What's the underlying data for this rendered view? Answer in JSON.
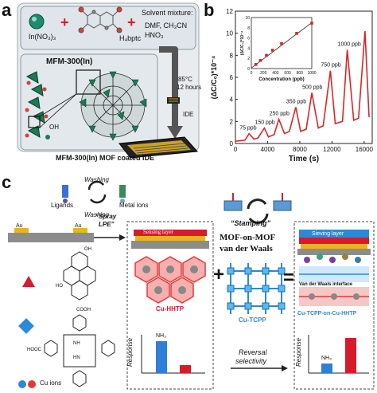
{
  "panel_a": {
    "letter": "a",
    "reactant_1": "In(NO₃)₃",
    "reactant_2": "H₄bptc",
    "plus": "+",
    "solvent_title": "Solvent mixture:",
    "solvent_1": "DMF, CH₃CN",
    "solvent_2": "HNO₃",
    "mof_label": "MFM-300(In)",
    "oh_label": "OH",
    "condition_temp": "85°C",
    "condition_time": "12 hours",
    "ide_label": "IDE",
    "coated_label": "MFM-300(In) MOF coated IDE"
  },
  "panel_b": {
    "letter": "b",
    "chart_data": {
      "type": "line",
      "xlabel": "Time (s)",
      "ylabel": "(ΔC/C₀)*10⁻⁴",
      "xlim": [
        0,
        17000
      ],
      "ylim": [
        0,
        12
      ],
      "xticks": [
        0,
        4000,
        8000,
        12000,
        16000
      ],
      "yticks": [
        0,
        2,
        4,
        6,
        8,
        10,
        12
      ],
      "series": [
        {
          "color": "#d62728",
          "x": [
            0,
            1200,
            1700,
            2300,
            2800,
            3600,
            4100,
            4800,
            5400,
            6100,
            6700,
            7500,
            8100,
            8800,
            9500,
            10300,
            10900,
            11800,
            12400,
            13300,
            13900,
            14700,
            15300,
            16100,
            16600
          ],
          "y": [
            0.2,
            0.3,
            0.9,
            0.4,
            0.5,
            1.4,
            0.6,
            0.8,
            2.2,
            0.9,
            1.1,
            3.3,
            1.1,
            1.3,
            4.6,
            1.4,
            1.6,
            6.6,
            1.8,
            2.0,
            8.5,
            2.1,
            2.3,
            10.2,
            2.4
          ]
        }
      ],
      "annotations": [
        "75 ppb",
        "150 ppb",
        "250 ppb",
        "350 ppb",
        "500 ppb",
        "750 ppb",
        "1000 ppb"
      ],
      "inset": {
        "type": "scatter",
        "xlabel": "Concentration (ppb)",
        "ylabel": "(ΔC/C₀)*10⁻⁴",
        "xlim": [
          0,
          1000
        ],
        "ylim": [
          0,
          10
        ],
        "xticks": [
          0,
          200,
          400,
          600,
          800,
          1000
        ],
        "yticks": [
          0,
          2,
          4,
          6,
          8,
          10
        ],
        "x": [
          75,
          150,
          250,
          350,
          500,
          750,
          1000
        ],
        "y": [
          0.8,
          1.6,
          2.6,
          3.6,
          4.9,
          6.9,
          8.9
        ],
        "fit": [
          [
            0,
            0.1
          ],
          [
            1000,
            9.0
          ]
        ]
      }
    }
  },
  "panel_c": {
    "letter": "c",
    "washing_top": "Washing",
    "washing_bottom": "Washing",
    "ligands": "Ligands",
    "metal_ions": "Metal ions",
    "au_1": "Au",
    "au_2": "Au",
    "spray_1": "“Spray",
    "spray_2": "LPE”",
    "sensing_layer": "Sensing layer",
    "stamping": "“Stamping”",
    "mof_on_mof_1": "MOF-on-MOF",
    "mof_on_mof_2": "van der Waals",
    "sieving_layer": "Sieving layer",
    "vdw_interface": "Van der Waals interface",
    "cu_hhtp": "Cu-HHTP",
    "cu_tcpp": "Cu-TCPP",
    "combined": "Cu-TCPP-on-Cu-HHTP",
    "response_left": "Response",
    "response_right": "Response",
    "nh3_left": "NH₃",
    "nh3_right": "NH₃",
    "reversal_1": "Reversal",
    "reversal_2": "selectivity",
    "cu_ions": "Cu ions",
    "plus": "+",
    "equals": "=",
    "oh": "OH",
    "ho": "HO",
    "cooh": "COOH",
    "hooc": "HOOC",
    "nh": "NH",
    "hn": "HN"
  }
}
